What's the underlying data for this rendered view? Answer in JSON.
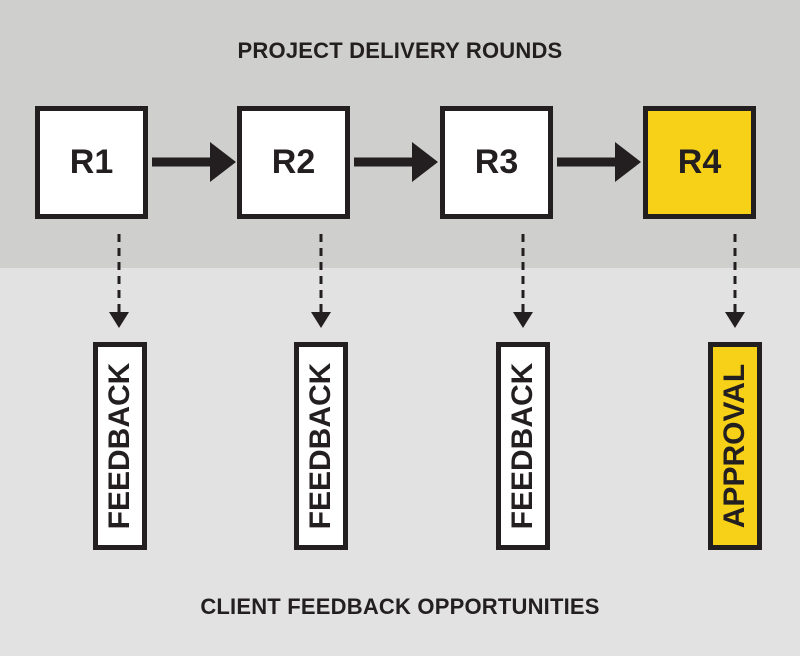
{
  "title": "PROJECT DELIVERY ROUNDS",
  "footer": "CLIENT FEEDBACK OPPORTUNITIES",
  "rounds": [
    {
      "label": "R1",
      "outcome": "FEEDBACK"
    },
    {
      "label": "R2",
      "outcome": "FEEDBACK"
    },
    {
      "label": "R3",
      "outcome": "FEEDBACK"
    },
    {
      "label": "R4",
      "outcome": "APPROVAL"
    }
  ],
  "colors": {
    "top_band": "#cfcfcd",
    "bottom_band": "#e2e2e3",
    "ink": "#231f20",
    "box": "#ffffff",
    "highlight": "#f7d117"
  }
}
